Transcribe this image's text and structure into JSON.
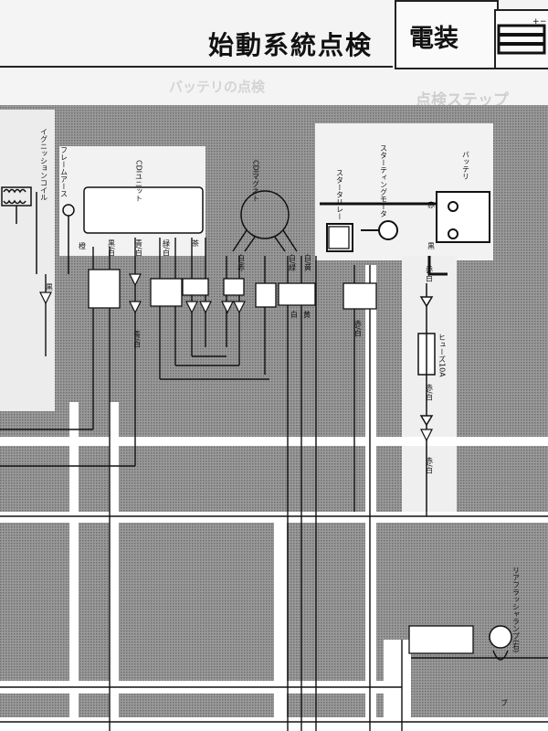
{
  "header": {
    "title": "始動系統点検",
    "section": "電装",
    "ghost_left": "バッテリの点検",
    "ghost_right": "点検ステップ"
  },
  "icon": {
    "name": "battery-polarity-icon",
    "plus": "+",
    "minus": "−"
  },
  "labels": {
    "ignition_coil": "イグニッションコイル",
    "frame_earth": "フレームアース",
    "cdi_unit": "CDIユニット",
    "cdi_magneto": "CDIマグネト",
    "starter_relay": "スタータリレー",
    "starting_motor": "スターティングモータ",
    "battery": "バッテリ",
    "fuse": "ヒューズ10A",
    "tail_lamp": "リアフラッシャランプ(右)",
    "lamp_bottom": "ブ"
  },
  "wires": {
    "black": "黒",
    "orange": "橙",
    "blue_white": "青/白",
    "black_white": "黒/白",
    "green_white": "緑/白",
    "white_red": "白/赤",
    "brown": "茶",
    "red_white": "赤/白",
    "red": "赤",
    "white": "白",
    "yellow": "黄",
    "white_green": "白/緑",
    "white_yellow": "白/黄"
  },
  "colors": {
    "paper": "#f4f4f4",
    "gray_fill": "#8f8f8f",
    "line": "#1a1a1a",
    "white_band": "#ffffff"
  }
}
